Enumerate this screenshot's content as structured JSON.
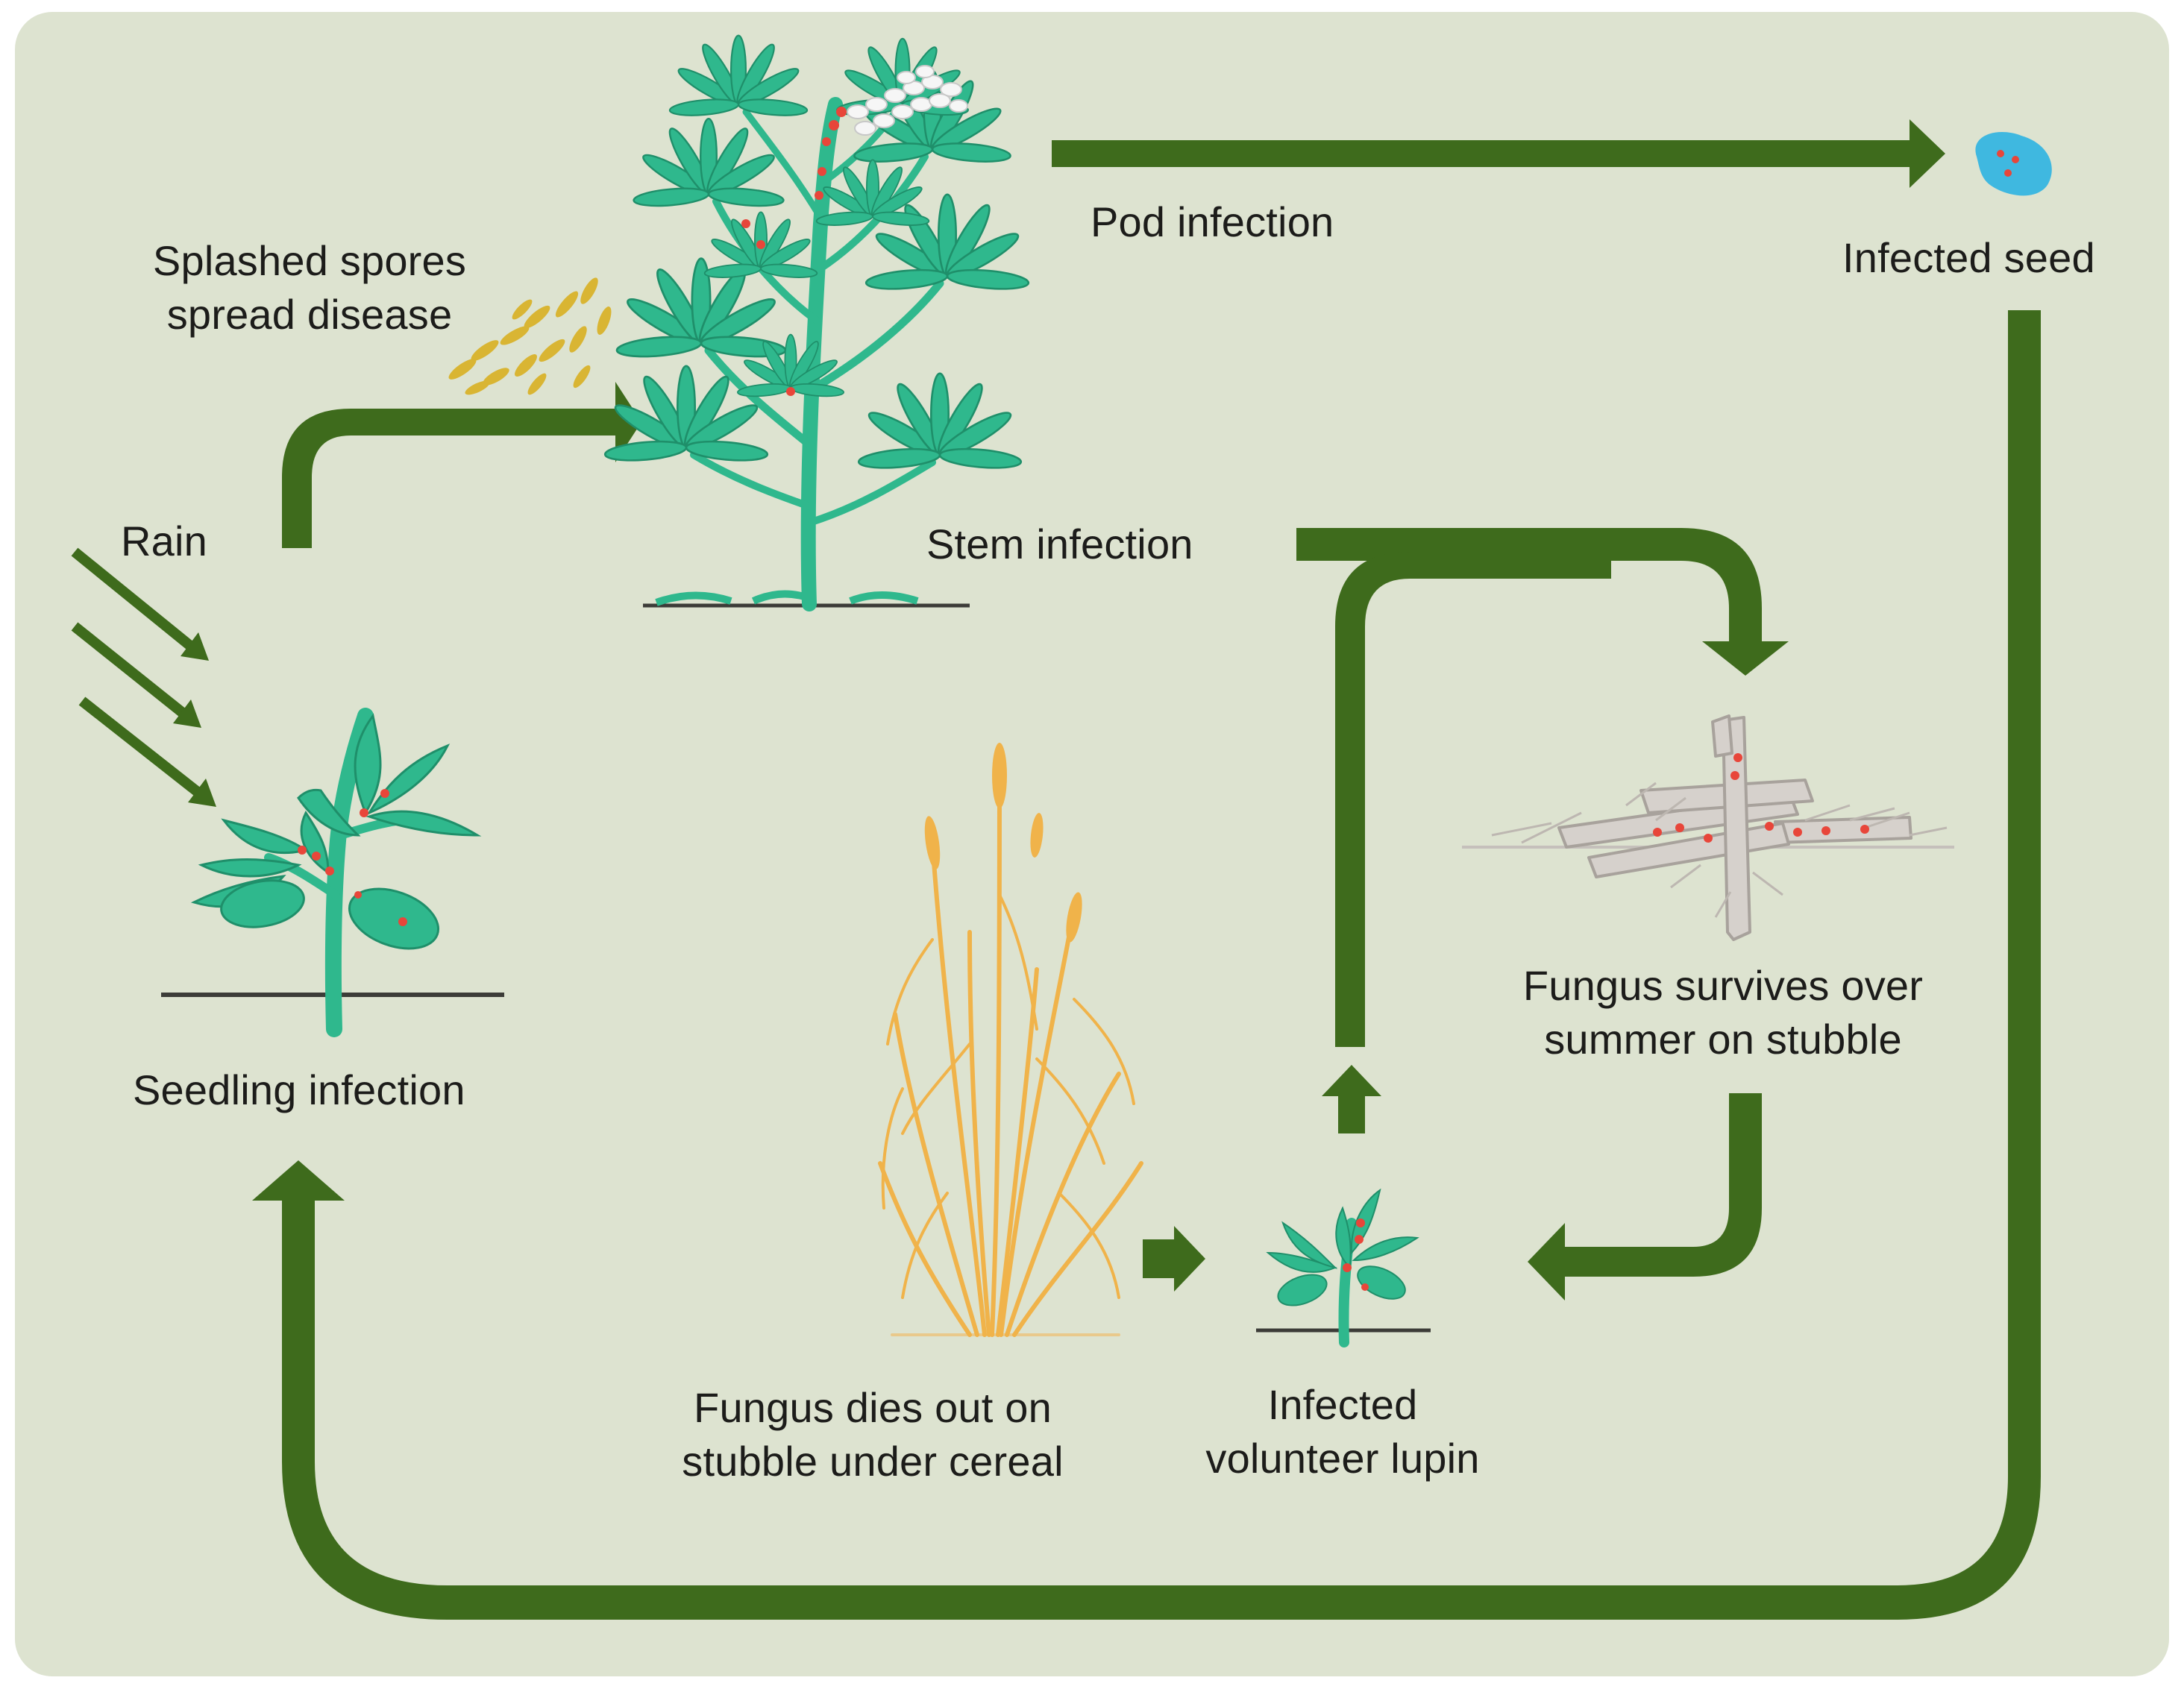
{
  "diagram": {
    "labels": {
      "rain": "Rain",
      "splashed": [
        "Splashed spores",
        "spread disease"
      ],
      "pod_infection": "Pod infection",
      "infected_seed": "Infected seed",
      "stem_infection": "Stem infection",
      "fungus_survives": [
        "Fungus survives over",
        "summer on stubble"
      ],
      "seedling_infection": "Seedling infection",
      "fungus_dies": [
        "Fungus dies out on",
        "stubble under cereal"
      ],
      "volunteer_lupin": [
        "Infected",
        "volunteer lupin"
      ]
    },
    "colors": {
      "background": "#dde3d0",
      "arrow": "#3e6b1c",
      "plant": "#2fb88d",
      "plant_dark": "#1f8f6a",
      "lesion": "#e8463a",
      "spore": "#d9b533",
      "seed": "#3fb8e0",
      "stubble": "#b9b3ad",
      "cereal": "#f0b34a",
      "ground": "#3c3c38"
    },
    "icons": [
      "rain-icon",
      "spores-icon",
      "tall-lupin-icon",
      "seed-icon",
      "seedling-icon",
      "stubble-icon",
      "cereal-icon",
      "volunteer-lupin-icon"
    ]
  }
}
